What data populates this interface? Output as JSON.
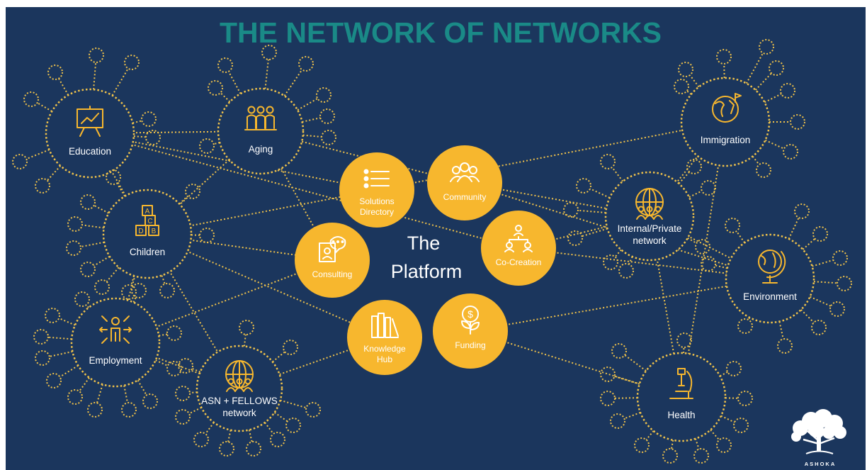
{
  "title": "THE NETWORK OF NETWORKS",
  "platform": {
    "line1": "The",
    "line2": "Platform"
  },
  "colors": {
    "background": "#1B365D",
    "title": "#1A8A87",
    "gold": "#F7B72E",
    "dotted": "#F0C24A",
    "text": "#FFFFFF"
  },
  "hubs": [
    {
      "id": "education",
      "lines": [
        "Education"
      ],
      "icon": "presentation-chart-icon"
    },
    {
      "id": "aging",
      "lines": [
        "Aging"
      ],
      "icon": "people-group-icon"
    },
    {
      "id": "children",
      "lines": [
        "Children"
      ],
      "icon": "abc-blocks-icon"
    },
    {
      "id": "employment",
      "lines": [
        "Employment"
      ],
      "icon": "person-arrows-icon"
    },
    {
      "id": "asn",
      "lines": [
        "ASN + FELLOWS",
        "network"
      ],
      "icon": "globe-people-icon"
    },
    {
      "id": "immigration",
      "lines": [
        "Immigration"
      ],
      "icon": "world-map-icon"
    },
    {
      "id": "internal",
      "lines": [
        "Internal/Private",
        "network"
      ],
      "icon": "globe-people-icon"
    },
    {
      "id": "environment",
      "lines": [
        "Environment"
      ],
      "icon": "desk-globe-icon"
    },
    {
      "id": "health",
      "lines": [
        "Health"
      ],
      "icon": "microscope-icon"
    }
  ],
  "services": [
    {
      "id": "solutions",
      "lines": [
        "Solutions",
        "Directory"
      ],
      "icon": "list-icon"
    },
    {
      "id": "community",
      "lines": [
        "Community"
      ],
      "icon": "community-people-icon"
    },
    {
      "id": "cocreation",
      "lines": [
        "Co-Creation"
      ],
      "icon": "org-chart-icon"
    },
    {
      "id": "funding",
      "lines": [
        "Funding"
      ],
      "icon": "money-plant-icon"
    },
    {
      "id": "knowledge",
      "lines": [
        "Knowledge",
        "Hub"
      ],
      "icon": "books-icon"
    },
    {
      "id": "consulting",
      "lines": [
        "Consulting"
      ],
      "icon": "chat-bubble-icon"
    }
  ],
  "logo": {
    "text": "ASHOKA",
    "icon": "tree-icon"
  }
}
